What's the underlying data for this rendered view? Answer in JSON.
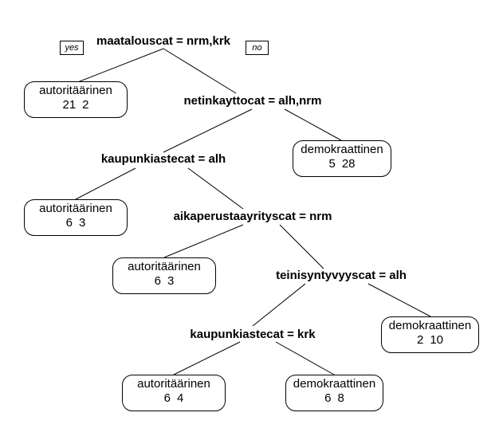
{
  "tree": {
    "yes_label": "yes",
    "no_label": "no",
    "splits": {
      "root": "maatalouscat = nrm,krk",
      "n2": "netinkayttocat = alh,nrm",
      "n3": "kaupunkiastecat = alh",
      "n4": "aikaperustaayrityscat = nrm",
      "n5": "teinisyntyvyyscat = alh",
      "n6": "kaupunkiastecat = krk"
    },
    "leaves": {
      "l1": {
        "class": "autoritäärinen",
        "count_a": "21",
        "count_b": "2"
      },
      "l2": {
        "class": "demokraattinen",
        "count_a": "5",
        "count_b": "28"
      },
      "l3": {
        "class": "autoritäärinen",
        "count_a": "6",
        "count_b": "3"
      },
      "l4": {
        "class": "autoritäärinen",
        "count_a": "6",
        "count_b": "3"
      },
      "l5": {
        "class": "demokraattinen",
        "count_a": "2",
        "count_b": "10"
      },
      "l6": {
        "class": "autoritäärinen",
        "count_a": "6",
        "count_b": "4"
      },
      "l7": {
        "class": "demokraattinen",
        "count_a": "6",
        "count_b": "8"
      }
    }
  }
}
